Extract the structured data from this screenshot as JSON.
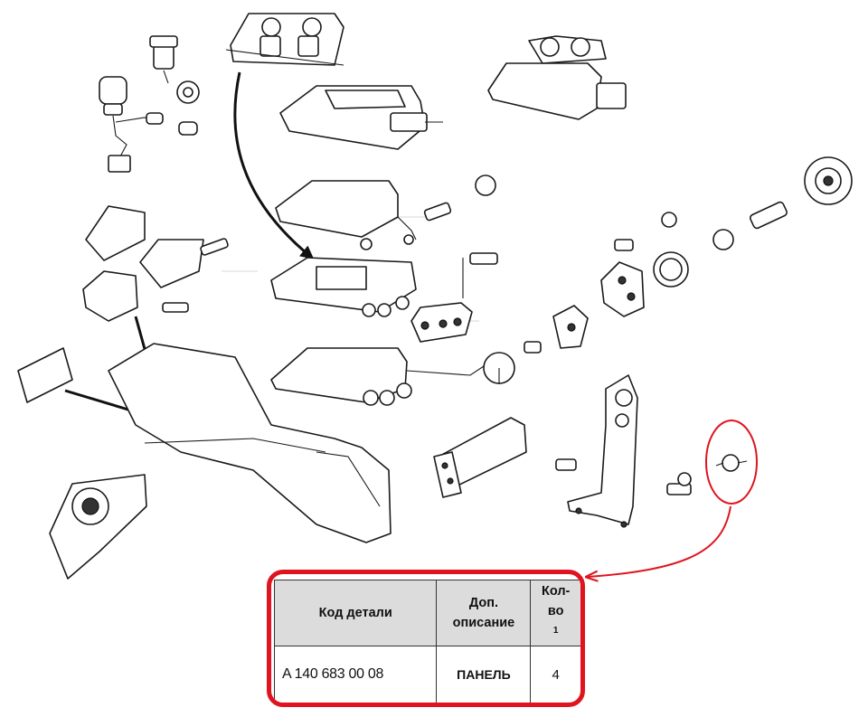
{
  "parts_table": {
    "headers": {
      "code": "Код детали",
      "description": "Доп. описание",
      "quantity": "Кол-во",
      "quantity_footnote": "1"
    },
    "row": {
      "code": "A 140 683 00 08",
      "description": "ПАНЕЛЬ",
      "quantity": "4"
    }
  },
  "colors": {
    "highlight": "#e0141e",
    "line_art": "#1a1a1a",
    "header_bg": "#dcdcdc"
  }
}
